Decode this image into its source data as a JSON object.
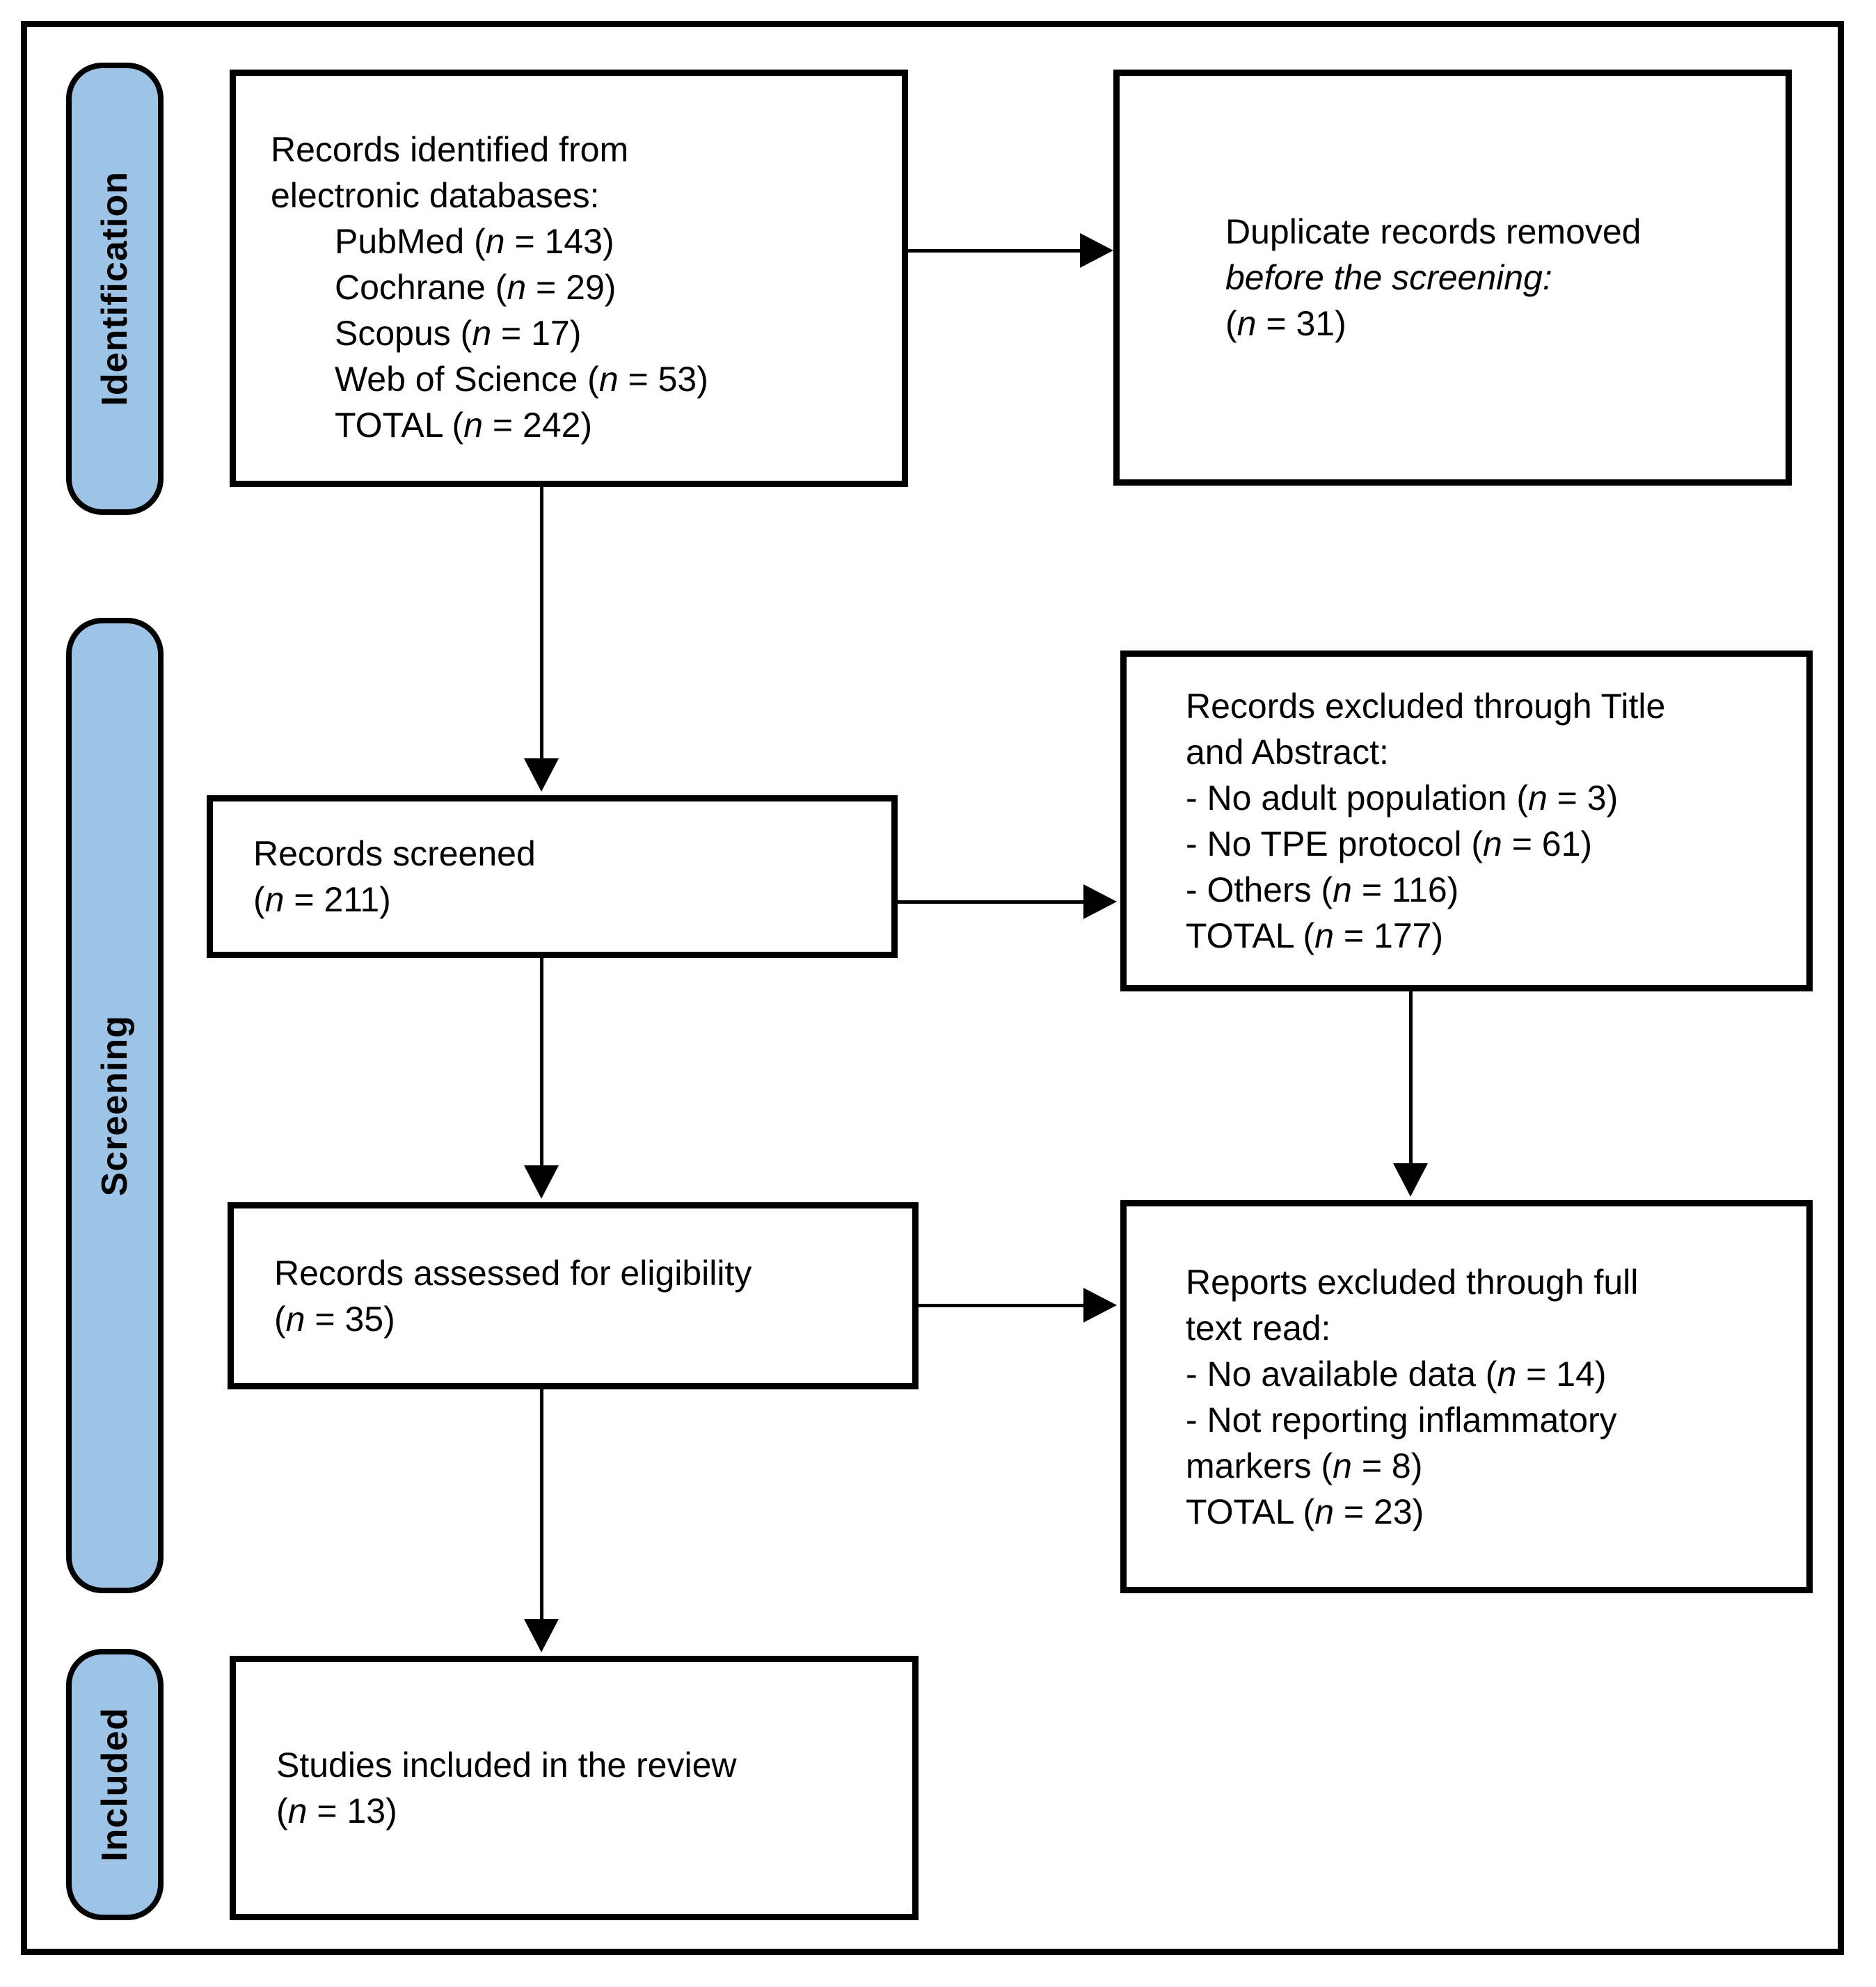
{
  "diagram": {
    "type": "prisma-flow-diagram",
    "colors": {
      "stage_fill": "#9DC3E6",
      "stage_border": "#000000",
      "box_border": "#000000",
      "arrow": "#000000",
      "background": "#FFFFFF",
      "text": "#000000"
    },
    "stages": [
      {
        "label": "Identification"
      },
      {
        "label": "Screening"
      },
      {
        "label": "Included"
      }
    ],
    "boxes": {
      "identified": {
        "lines": [
          {
            "pre": "Records identified from",
            "it": "",
            "post": ""
          },
          {
            "pre": "electronic databases:",
            "it": "",
            "post": ""
          },
          {
            "pre": "PubMed (",
            "it": "n",
            "post": " = 143)"
          },
          {
            "pre": "Cochrane (",
            "it": "n",
            "post": " = 29)"
          },
          {
            "pre": "Scopus (",
            "it": "n",
            "post": " = 17)"
          },
          {
            "pre": "Web of Science (",
            "it": "n",
            "post": " = 53)"
          },
          {
            "pre": "TOTAL (",
            "it": "n",
            "post": " = 242)"
          }
        ]
      },
      "duplicates": {
        "lines": [
          {
            "pre": "Duplicate records removed",
            "it": "",
            "post": ""
          },
          {
            "pre": "",
            "it": "before the screening:",
            "post": ""
          },
          {
            "pre": "(",
            "it": "n",
            "post": " = 31)"
          }
        ]
      },
      "screened": {
        "lines": [
          {
            "pre": "Records screened",
            "it": "",
            "post": ""
          },
          {
            "pre": "(",
            "it": "n",
            "post": " = 211)"
          }
        ]
      },
      "excluded_title_abstract": {
        "lines": [
          {
            "pre": "Records excluded through Title",
            "it": "",
            "post": ""
          },
          {
            "pre": "and Abstract:",
            "it": "",
            "post": ""
          },
          {
            "pre": "- No adult population (",
            "it": "n",
            "post": " = 3)"
          },
          {
            "pre": "- No TPE protocol (",
            "it": "n",
            "post": " = 61)"
          },
          {
            "pre": "- Others (",
            "it": "n",
            "post": " = 116)"
          },
          {
            "pre": "TOTAL (",
            "it": "n",
            "post": " = 177)"
          }
        ]
      },
      "assessed": {
        "lines": [
          {
            "pre": "Records assessed for eligibility",
            "it": "",
            "post": ""
          },
          {
            "pre": "(",
            "it": "n",
            "post": " = 35)"
          }
        ]
      },
      "excluded_full_text": {
        "lines": [
          {
            "pre": "Reports excluded through full",
            "it": "",
            "post": ""
          },
          {
            "pre": "text read:",
            "it": "",
            "post": ""
          },
          {
            "pre": "- No available data (",
            "it": "n",
            "post": " = 14)"
          },
          {
            "pre": "- Not reporting inflammatory",
            "it": "",
            "post": ""
          },
          {
            "pre": "markers (",
            "it": "n",
            "post": " = 8)"
          },
          {
            "pre": "TOTAL (",
            "it": "n",
            "post": " = 23)"
          }
        ]
      },
      "included": {
        "lines": [
          {
            "pre": "Studies included in the review",
            "it": "",
            "post": ""
          },
          {
            "pre": "(",
            "it": "n",
            "post": " = 13)"
          }
        ]
      }
    }
  }
}
